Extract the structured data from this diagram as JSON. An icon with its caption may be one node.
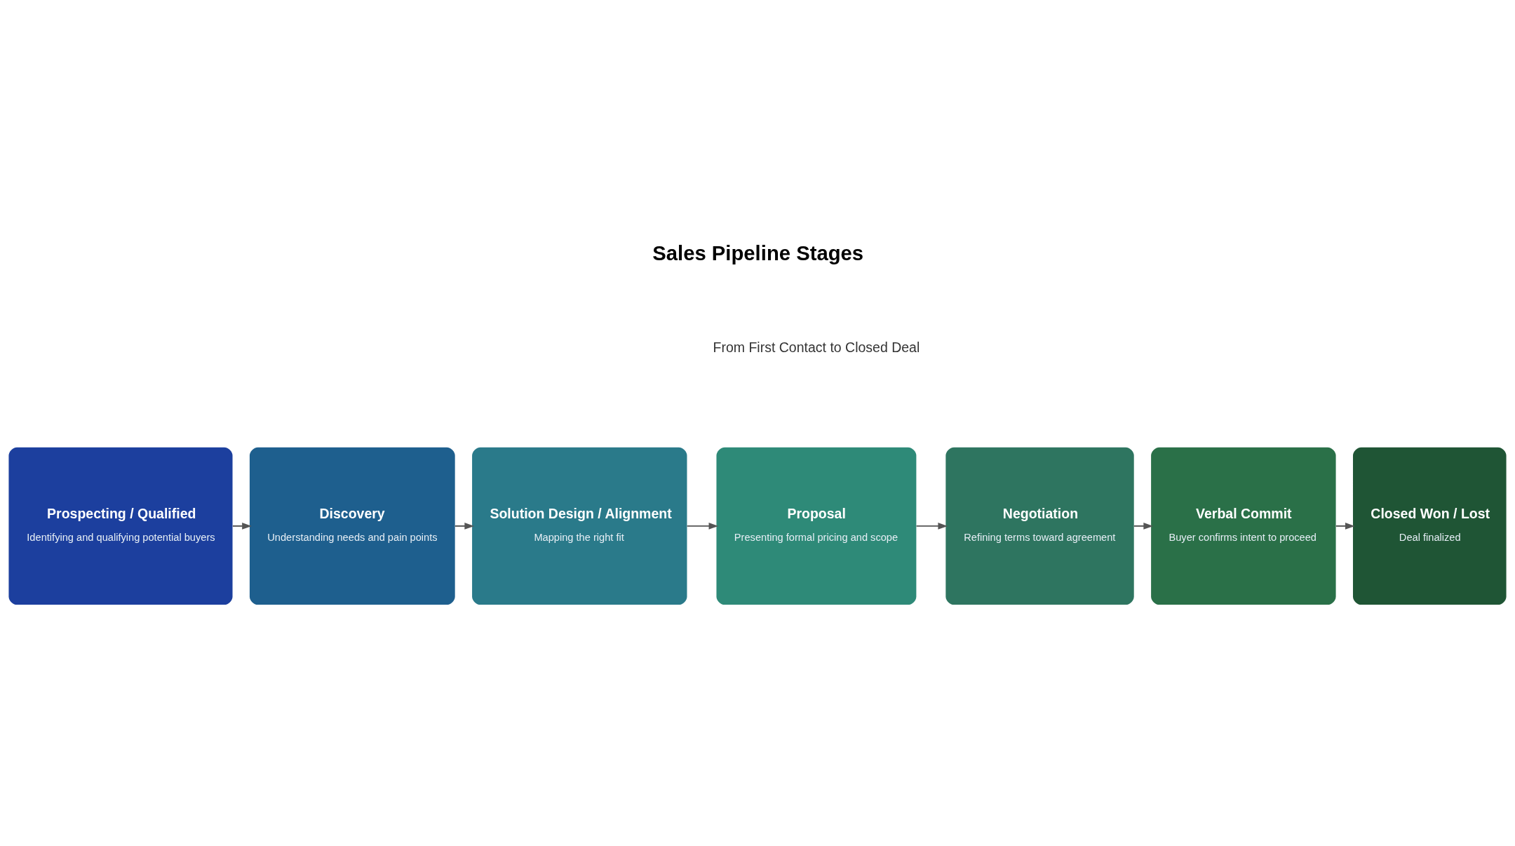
{
  "diagram": {
    "title": "Sales Pipeline Stages",
    "nodes": [
      {
        "text": [
          "Prospecting / Qualified",
          "Identifying and qualifying potential buyers"
        ]
      },
      {
        "text": [
          "Discovery",
          "Understanding needs and pain points"
        ]
      },
      {
        "text": [
          "Solution Design / Alignment",
          "Mapping the right fit"
        ]
      },
      {
        "text": [
          "Proposal",
          "Presenting formal pricing and scope"
        ]
      },
      {
        "text": [
          "Negotiation",
          "Refining terms toward agreement"
        ]
      },
      {
        "text": [
          "Verbal Commit",
          "Buyer confirms intent to proceed"
        ]
      },
      {
        "text": [
          "Closed Won / Lost",
          "Deal finalized"
        ]
      }
    ],
    "edges": [
      {
        "from": 0,
        "to": 1,
        "arrow": "to"
      },
      {
        "from": 1,
        "to": 2,
        "arrow": "to"
      },
      {
        "from": 2,
        "to": 3,
        "arrow": "to"
      },
      {
        "from": 3,
        "to": 4,
        "arrow": "to"
      },
      {
        "from": 4,
        "to": 5,
        "arrow": "to"
      },
      {
        "from": 5,
        "to": 6,
        "arrow": "to"
      }
    ],
    "labels": [
      "From First Contact to Closed Deal"
    ]
  }
}
